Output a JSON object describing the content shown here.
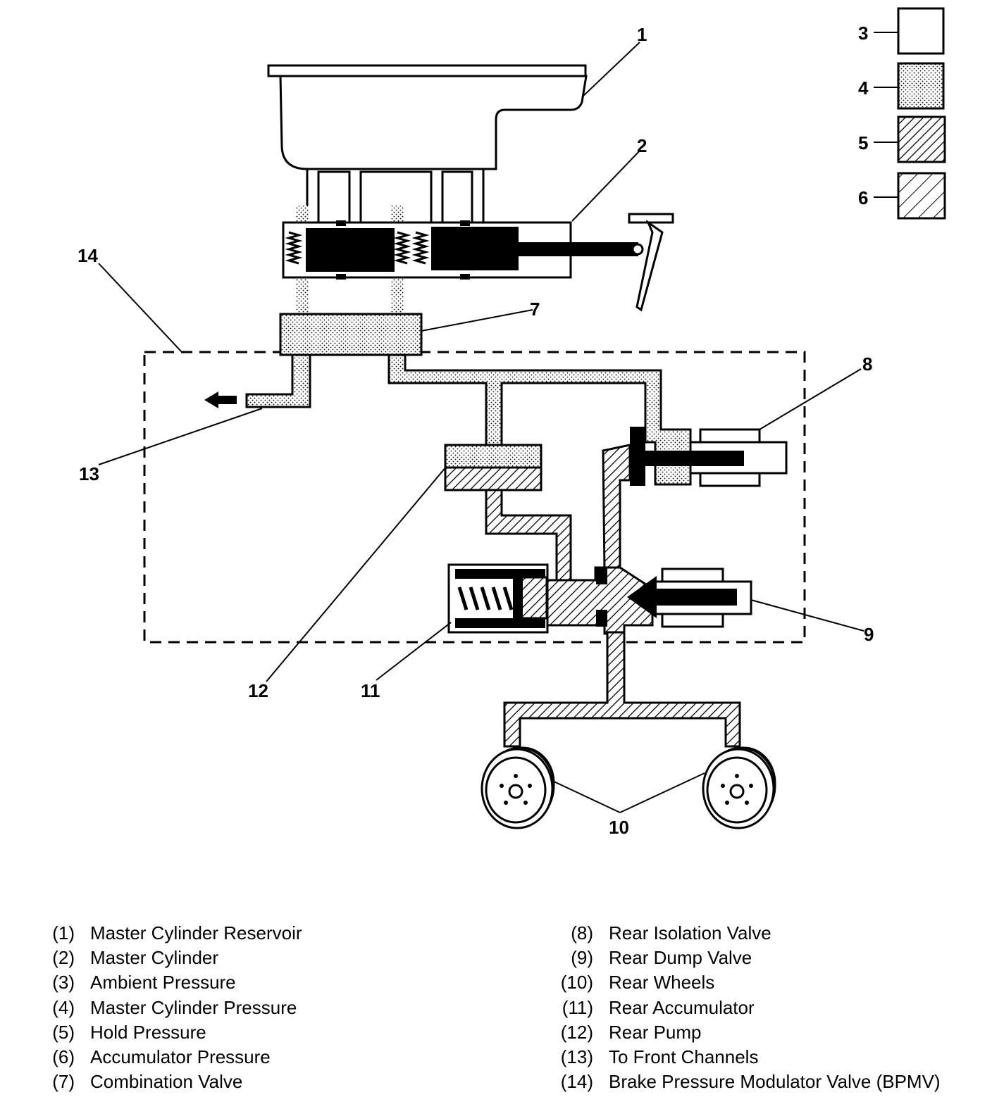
{
  "callouts": [
    "1",
    "2",
    "3",
    "4",
    "5",
    "6",
    "7",
    "8",
    "9",
    "10",
    "11",
    "12",
    "13",
    "14"
  ],
  "legend": [
    {
      "num": "(1)",
      "label": "Master Cylinder Reservoir"
    },
    {
      "num": "(2)",
      "label": "Master Cylinder"
    },
    {
      "num": "(3)",
      "label": "Ambient Pressure"
    },
    {
      "num": "(4)",
      "label": "Master Cylinder Pressure"
    },
    {
      "num": "(5)",
      "label": "Hold Pressure"
    },
    {
      "num": "(6)",
      "label": "Accumulator Pressure"
    },
    {
      "num": "(7)",
      "label": "Combination Valve"
    },
    {
      "num": "(8)",
      "label": "Rear Isolation Valve"
    },
    {
      "num": "(9)",
      "label": "Rear Dump Valve"
    },
    {
      "num": "(10)",
      "label": "Rear Wheels"
    },
    {
      "num": "(11)",
      "label": "Rear Accumulator"
    },
    {
      "num": "(12)",
      "label": "Rear Pump"
    },
    {
      "num": "(13)",
      "label": "To Front Channels"
    },
    {
      "num": "(14)",
      "label": "Brake Pressure Modulator Valve (BPMV)"
    }
  ],
  "colors": {
    "ink": "#000000",
    "paper": "#ffffff"
  }
}
